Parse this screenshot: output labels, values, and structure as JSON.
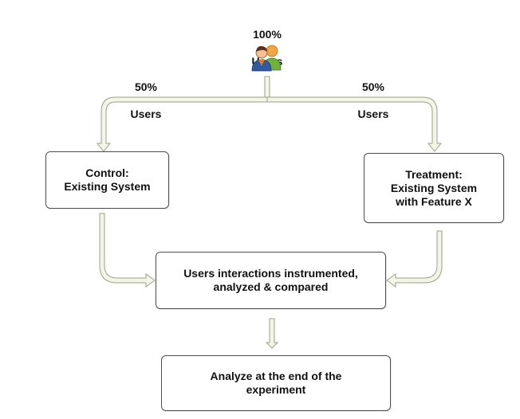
{
  "source": {
    "percent": "100%",
    "label": "Users",
    "icon": "users-icon"
  },
  "splits": {
    "left": {
      "percent": "50%",
      "label": "Users"
    },
    "right": {
      "percent": "50%",
      "label": "Users"
    }
  },
  "nodes": {
    "control": "Control:\nExisting System",
    "treatment": "Treatment:\nExisting System\nwith Feature X",
    "analysis": "Users interactions instrumented,\nanalyzed & compared",
    "final": "Analyze at the end of the\nexperiment"
  },
  "colors": {
    "connector_fill": "#f3f5e9",
    "connector_stroke": "#9ea083",
    "box_border": "#4d4d4d",
    "user_orange": "#e8761f",
    "user_green": "#71b03c",
    "user_blue": "#2f5b9e"
  }
}
